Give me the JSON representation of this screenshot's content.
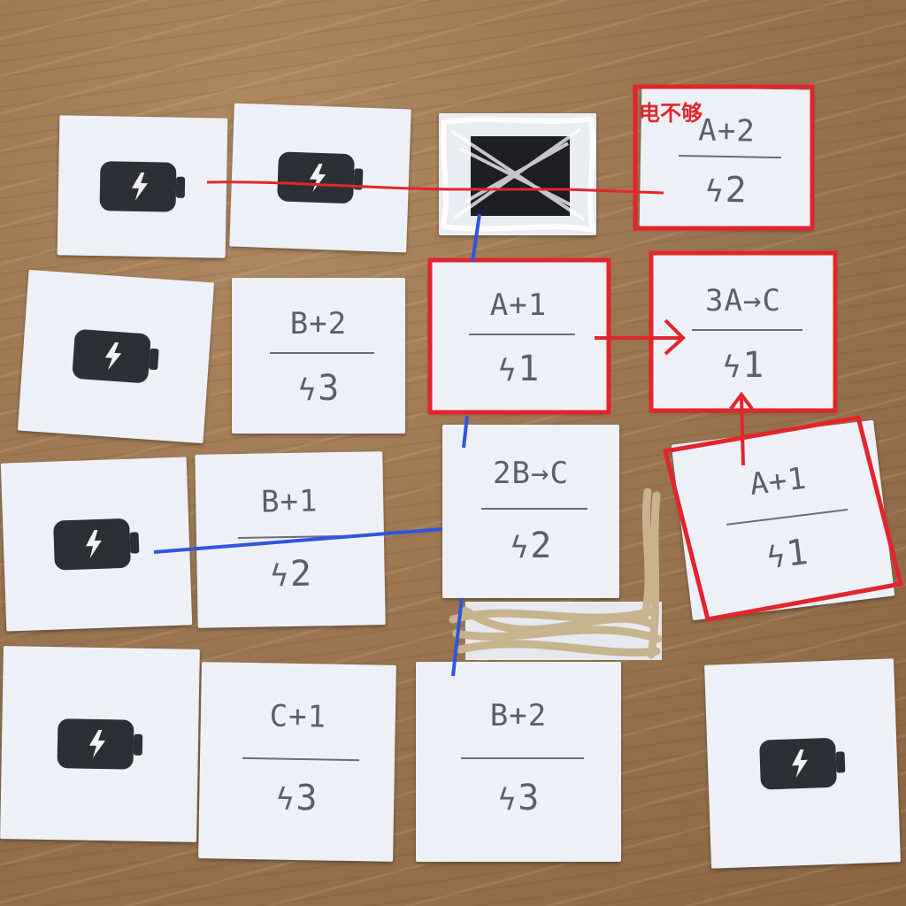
{
  "annotation": {
    "note_text": "电不够"
  },
  "colors": {
    "red_marker": "#e2252d",
    "blue_marker": "#2f55e0",
    "card_paper": "#edf0f6",
    "battery_ink": "#2c2f35",
    "table_wood": "#9a7551"
  },
  "cards": [
    {
      "id": "r1c1",
      "kind": "battery-icon"
    },
    {
      "id": "r1c2",
      "kind": "battery-icon"
    },
    {
      "id": "r1c4",
      "kind": "formula",
      "top": "A+2",
      "bottom": "2"
    },
    {
      "id": "r2c1",
      "kind": "battery-icon"
    },
    {
      "id": "r2c2",
      "kind": "formula",
      "top": "B+2",
      "bottom": "3"
    },
    {
      "id": "r2c3",
      "kind": "formula",
      "top": "A+1",
      "bottom": "1"
    },
    {
      "id": "r2c4",
      "kind": "formula",
      "top": "3A→C",
      "bottom": "1"
    },
    {
      "id": "r3c1",
      "kind": "battery-icon"
    },
    {
      "id": "r3c2",
      "kind": "formula",
      "top": "B+1",
      "bottom": "2"
    },
    {
      "id": "r3c3",
      "kind": "formula",
      "top": "2B→C",
      "bottom": "2"
    },
    {
      "id": "r3c4",
      "kind": "formula",
      "top": "A+1",
      "bottom": "1"
    },
    {
      "id": "r4c1",
      "kind": "battery-icon"
    },
    {
      "id": "r4c2",
      "kind": "formula",
      "top": "C+1",
      "bottom": "3"
    },
    {
      "id": "r4c3",
      "kind": "formula",
      "top": "B+2",
      "bottom": "3"
    },
    {
      "id": "r4c4",
      "kind": "battery-icon"
    }
  ]
}
